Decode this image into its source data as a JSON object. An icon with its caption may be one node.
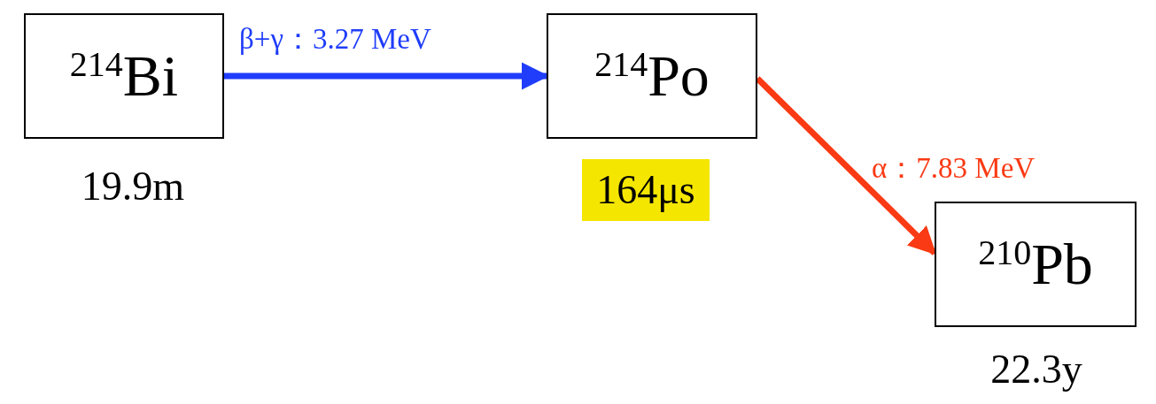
{
  "diagram": {
    "nodes": [
      {
        "text": [
          "$^{214}$Bi"
        ],
        "beside": [
          "19.9m"
        ]
      },
      {
        "text": [
          "$^{214}$Po"
        ],
        "beside": [
          "164μs"
        ]
      },
      {
        "text": [
          "$^{210}$Pb"
        ],
        "beside": [
          "22.3y"
        ]
      }
    ],
    "edges": [
      {
        "from": 0,
        "to": 1,
        "arrow": "to",
        "label": "β+γ：3.27 MeV",
        "color": "#1f3dfa"
      },
      {
        "from": 1,
        "to": 2,
        "arrow": "to",
        "label": "α：7.83 MeV",
        "color": "#fa3a14"
      }
    ]
  }
}
